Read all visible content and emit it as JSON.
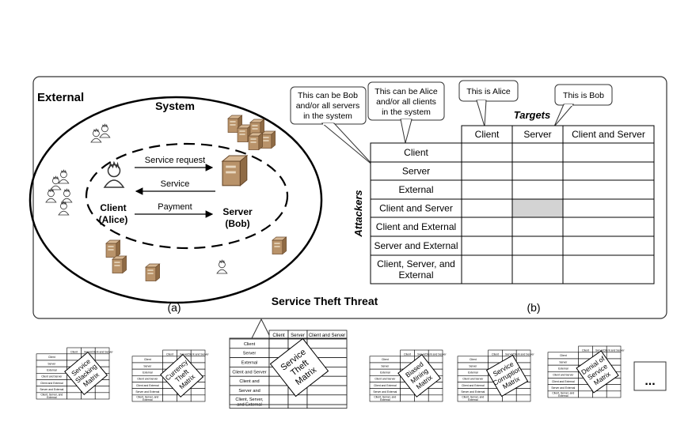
{
  "main_panel": {
    "external_label": "External",
    "system_label": "System",
    "caption_a": "(a)",
    "caption_b": "(b)",
    "threat_title": "Service Theft Threat"
  },
  "system": {
    "service_request": "Service request",
    "service": "Service",
    "payment": "Payment",
    "client_line1": "Client",
    "client_line2": "(Alice)",
    "server_line1": "Server",
    "server_line2": "(Bob)"
  },
  "callouts": {
    "bob_lines": [
      "This can be Bob",
      "and/or all servers",
      "in the system"
    ],
    "alice_lines": [
      "This can be Alice",
      "and/or all clients",
      "in the system"
    ],
    "is_alice": "This is Alice",
    "is_bob": "This is Bob"
  },
  "matrix": {
    "targets_label": "Targets",
    "attackers_label": "Attackers",
    "target_headers": [
      "Client",
      "Server",
      "Client and Server"
    ],
    "attacker_rows": [
      [
        "Client"
      ],
      [
        "Server"
      ],
      [
        "External"
      ],
      [
        "Client and Server"
      ],
      [
        "Client and External"
      ],
      [
        "Server and External"
      ],
      [
        "Client, Server, and",
        "External"
      ]
    ],
    "highlight_color": "#d3d3d3"
  },
  "thumbnails": {
    "service_theft_rows": [
      [
        "Client"
      ],
      [
        "Server"
      ],
      [
        "External"
      ],
      [
        "Client and Server"
      ],
      [
        "Client and"
      ],
      [
        "Server and"
      ],
      [
        "Client, Server,",
        "and External"
      ]
    ],
    "service_theft_headers": [
      "Client",
      "Server",
      "Client and Server"
    ],
    "service_theft_note": [
      "Service",
      "Theft",
      "Matrix"
    ],
    "small_notes": [
      [
        "Service",
        "Slacking",
        "Matrix"
      ],
      [
        "Currency",
        "Theft",
        "Matrix"
      ],
      [
        "Biased",
        "Mining",
        "Matrix"
      ],
      [
        "Service",
        "Corruption",
        "Matrix"
      ],
      [
        "Denial of",
        "Service",
        "Matrix"
      ]
    ],
    "small_headers": [
      "Client",
      "Server",
      "Client and Server"
    ],
    "small_rows": [
      [
        "Client"
      ],
      [
        "Server"
      ],
      [
        "External"
      ],
      [
        "Client and Server"
      ],
      [
        "Client and External"
      ],
      [
        "Server and External"
      ],
      [
        "Client, Server, and",
        "External"
      ]
    ],
    "ellipsis": "..."
  }
}
